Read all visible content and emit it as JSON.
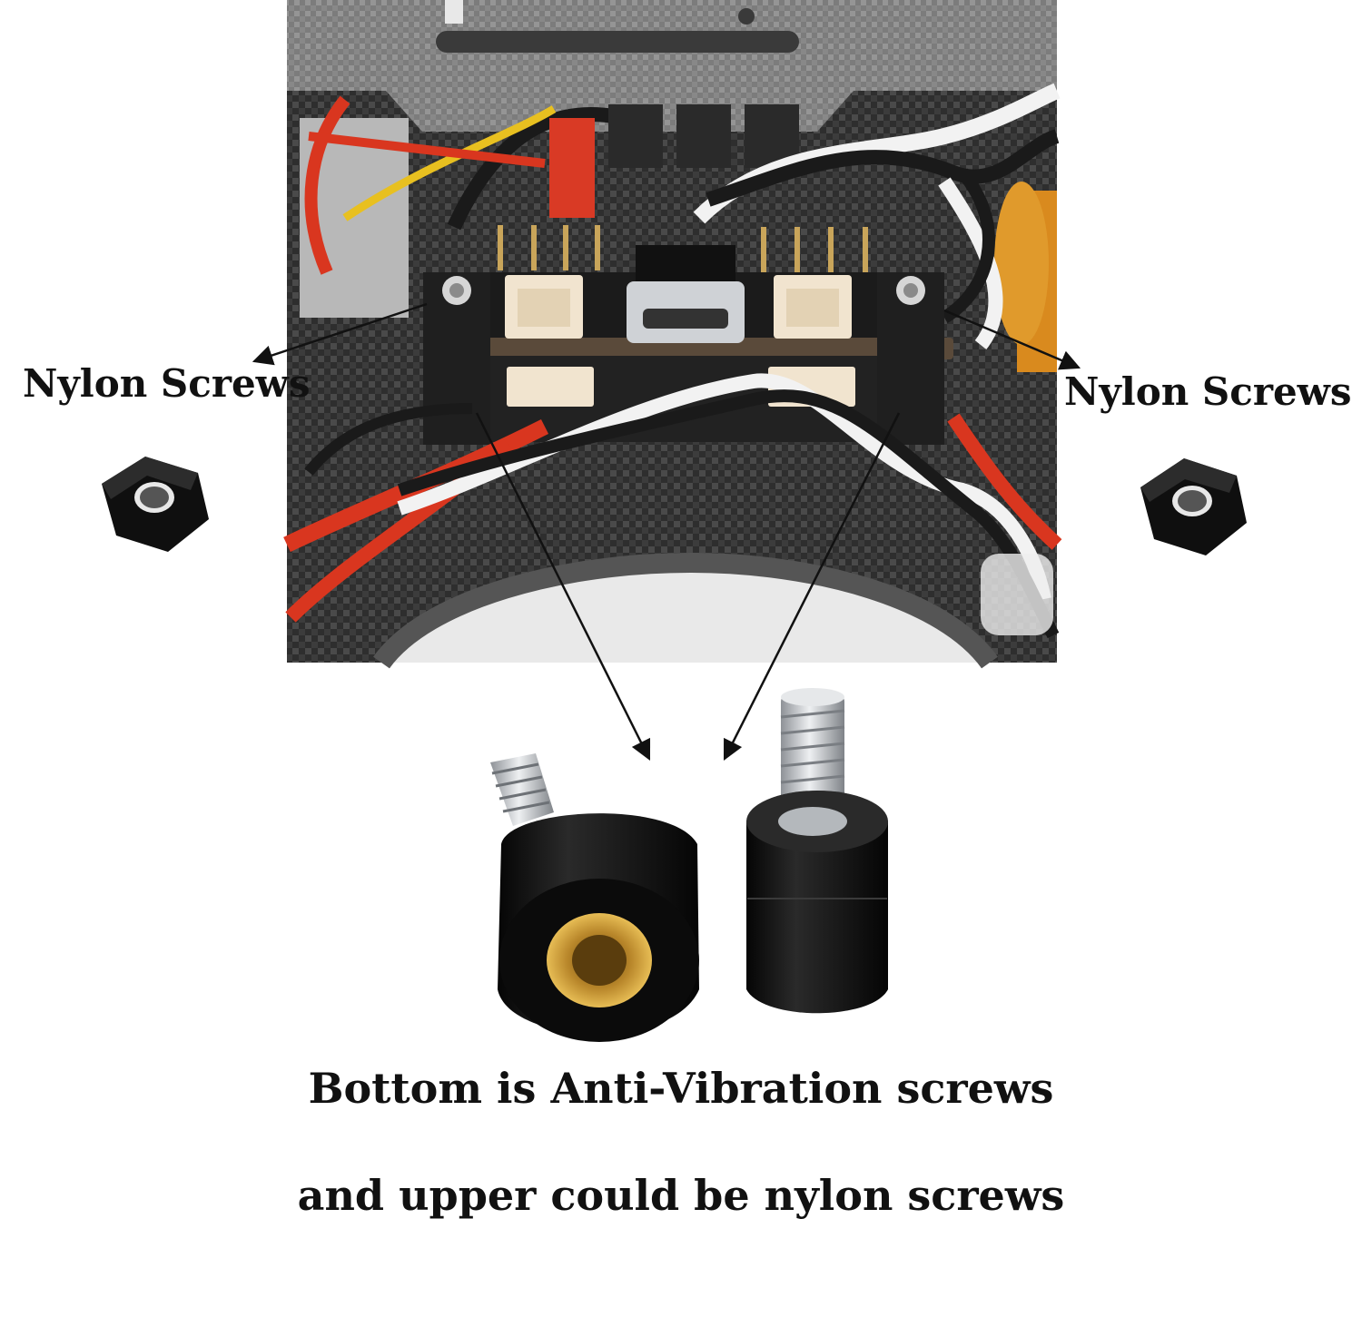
{
  "labels": {
    "left": "Nylon Screws",
    "right": "Nylon Screws"
  },
  "caption": {
    "line1": "Bottom is Anti-Vibration screws",
    "line2": "and upper could be nylon screws"
  },
  "colors": {
    "carbon": "#3a3a3a",
    "carbon_light": "#8a8a8a",
    "wire_red": "#d9361f",
    "wire_yellow": "#e8c020",
    "wire_black": "#1a1a1a",
    "wire_white": "#f2f2f2",
    "connector": "#f1e4cf",
    "rubber": "#111111",
    "steel": "#c9ccd0",
    "brass": "#c9962a"
  }
}
